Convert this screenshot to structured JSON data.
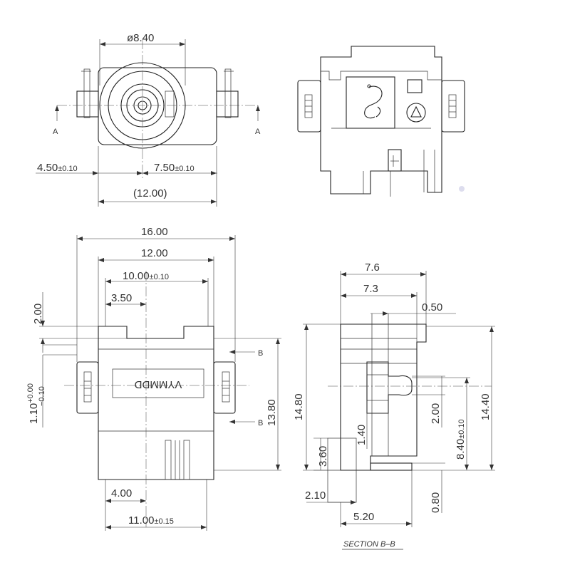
{
  "top_view": {
    "diameter": "ø8.40",
    "left_offset": "4.50",
    "left_tol": "±0.10",
    "right_offset": "7.50",
    "right_tol": "±0.10",
    "total": "(12.00)",
    "section_left": "A",
    "section_right": "A"
  },
  "side_view": {},
  "front_view": {
    "width_outer": "16.00",
    "width_body": "12.00",
    "width_inner": "10.00",
    "width_inner_tol": "±0.10",
    "notch": "3.50",
    "top_step": "2.00",
    "pin_offset": "1.10",
    "pin_tol_plus": "+0.00",
    "pin_tol_minus": "−0.10",
    "height": "13.80",
    "bottom_left": "4.00",
    "bottom_width": "11.00",
    "bottom_tol": "±0.15",
    "marking": "VYMMDD",
    "section_top": "B",
    "section_bottom": "B"
  },
  "section_view": {
    "w_outer": "7.6",
    "w_inner": "7.3",
    "gap": "0.50",
    "height_left": "14.80",
    "height_right": "14.40",
    "d140": "1.40",
    "d200": "2.00",
    "d840": "8.40",
    "d840_tol": "±0.10",
    "d360": "3.60",
    "d210": "2.10",
    "d080": "0.80",
    "d520": "5.20",
    "caption": "SECTION B–B"
  }
}
